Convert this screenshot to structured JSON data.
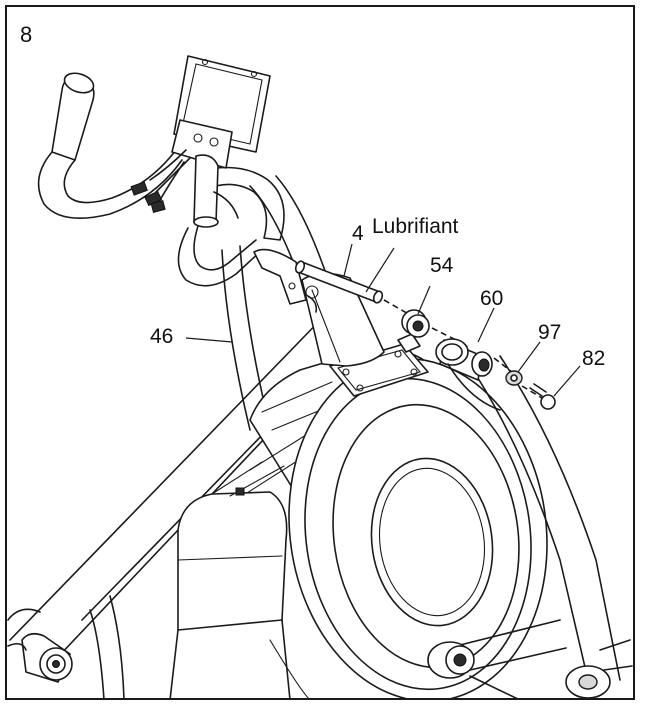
{
  "step_number": "8",
  "callouts": {
    "lubrificant": "Lubrifiant",
    "part_4": "4",
    "part_54": "54",
    "part_60": "60",
    "part_97": "97",
    "part_82": "82",
    "part_46": "46"
  },
  "colors": {
    "line": "#1b1b1b",
    "shading": "#d9d9d9",
    "background": "#ffffff"
  }
}
